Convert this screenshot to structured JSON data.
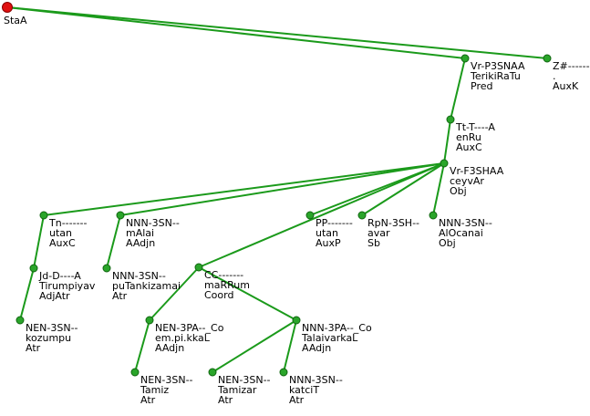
{
  "tree": {
    "nodes": [
      {
        "id": "root",
        "lines": [
          "StaA"
        ]
      },
      {
        "id": "n1",
        "lines": [
          "Vr-P3SNAA",
          "TerikiRaTu",
          "Pred"
        ]
      },
      {
        "id": "n2",
        "lines": [
          "Z#-------",
          ".",
          "AuxK"
        ]
      },
      {
        "id": "n3",
        "lines": [
          "Tt-T----A",
          "enRu",
          "AuxC"
        ]
      },
      {
        "id": "n4",
        "lines": [
          "Vr-F3SHAA",
          "ceyvAr",
          "Obj"
        ]
      },
      {
        "id": "n5",
        "lines": [
          "Tn-------",
          "utan",
          "AuxC"
        ]
      },
      {
        "id": "n6",
        "lines": [
          "NNN-3SN--",
          "mAlai",
          "AAdjn"
        ]
      },
      {
        "id": "n7",
        "lines": [
          "PP-------",
          "utan",
          "AuxP"
        ]
      },
      {
        "id": "n8",
        "lines": [
          "RpN-3SH--",
          "avar",
          "Sb"
        ]
      },
      {
        "id": "n9",
        "lines": [
          "NNN-3SN--",
          "AlOcanai",
          "Obj"
        ]
      },
      {
        "id": "n10",
        "lines": [
          "Jd-D----A",
          "Tirumpiyav",
          "AdjAtr"
        ]
      },
      {
        "id": "n11",
        "lines": [
          "NNN-3SN--",
          "puTankizamai",
          "Atr"
        ]
      },
      {
        "id": "n12",
        "lines": [
          "CC-------",
          "maRRum",
          "Coord"
        ]
      },
      {
        "id": "n13",
        "lines": [
          "NEN-3SN--",
          "kozumpu",
          "Atr"
        ]
      },
      {
        "id": "n14",
        "lines": [
          "NEN-3PA--_Co",
          "em.pi.kkaL",
          "AAdjn"
        ]
      },
      {
        "id": "n15",
        "lines": [
          "NNN-3PA--_Co",
          "TalaivarkaL",
          "AAdjn"
        ]
      },
      {
        "id": "n16",
        "lines": [
          "NEN-3SN--",
          "Tamiz",
          "Atr"
        ]
      },
      {
        "id": "n17",
        "lines": [
          "NEN-3SN--",
          "Tamizar",
          "Atr"
        ]
      },
      {
        "id": "n18",
        "lines": [
          "NNN-3SN--",
          "katciT",
          "Atr"
        ]
      }
    ],
    "edges": [
      [
        "root",
        "n1"
      ],
      [
        "root",
        "n2"
      ],
      [
        "n1",
        "n3"
      ],
      [
        "n3",
        "n4"
      ],
      [
        "n4",
        "n5"
      ],
      [
        "n4",
        "n6"
      ],
      [
        "n4",
        "n7"
      ],
      [
        "n4",
        "n8"
      ],
      [
        "n4",
        "n9"
      ],
      [
        "n4",
        "n12"
      ],
      [
        "n5",
        "n10"
      ],
      [
        "n10",
        "n13"
      ],
      [
        "n6",
        "n11"
      ],
      [
        "n12",
        "n14"
      ],
      [
        "n12",
        "n15"
      ],
      [
        "n14",
        "n16"
      ],
      [
        "n15",
        "n17"
      ],
      [
        "n15",
        "n18"
      ]
    ]
  }
}
